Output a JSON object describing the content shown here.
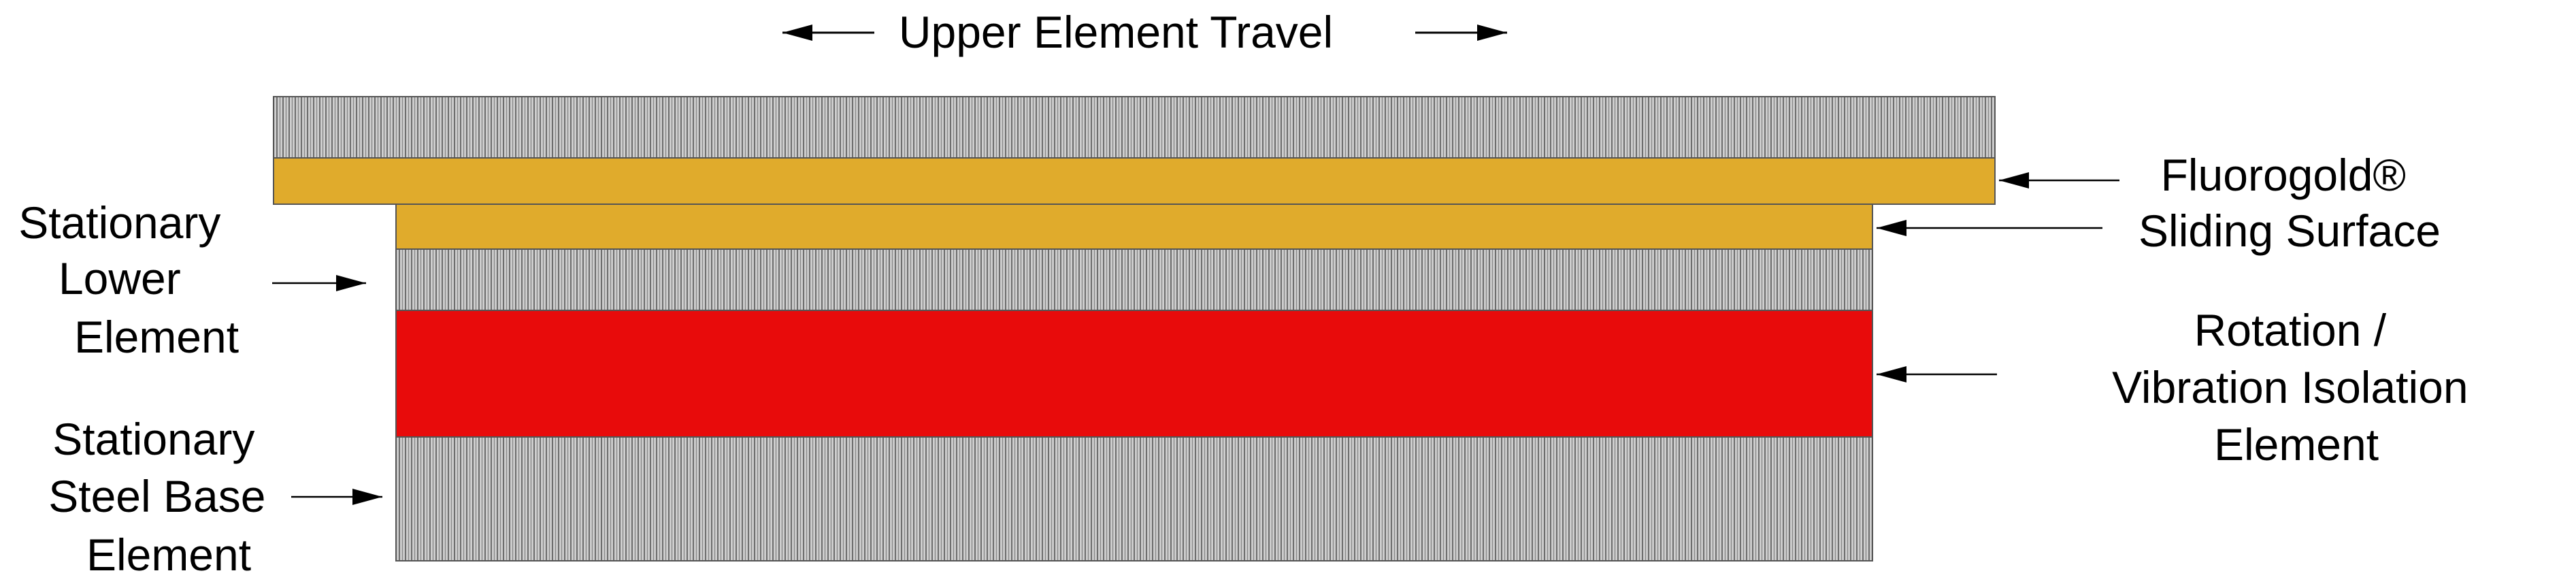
{
  "title": "Upper Element Travel",
  "labels": {
    "stationary_lower": [
      "Stationary",
      "Lower",
      "Element"
    ],
    "stationary_base": [
      "Stationary",
      "Steel Base",
      "Element"
    ],
    "sliding_surface": [
      "Fluorogold®",
      "Sliding Surface"
    ],
    "rotation_isolation": [
      "Rotation /",
      "Vibration Isolation",
      "Element"
    ]
  },
  "colors": {
    "hatch_fill": "#d4d4d4",
    "hatch_line": "#6e6e6e",
    "fluorogold": "#e0ab2c",
    "isolation": "#e80b0b",
    "outline": "#555555",
    "arrow": "#000000",
    "text": "#000000"
  }
}
